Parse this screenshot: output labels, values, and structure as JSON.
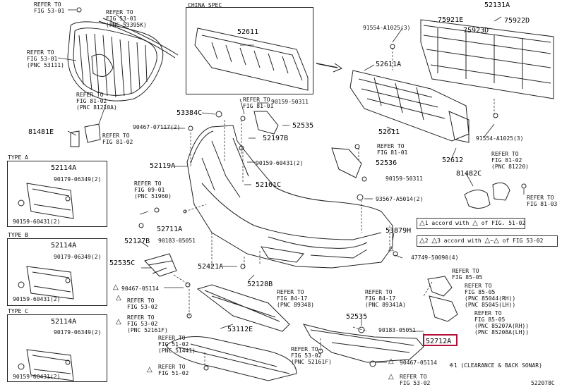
{
  "china_spec_title": "CHINA SPEC",
  "type_a": "TYPE A",
  "type_b": "TYPE B",
  "type_c": "TYPE C",
  "diagram_id": "522078C",
  "refs": {
    "r1": "REFER TO\nFIG 53-01",
    "r2": "REFER TO\nFIG 53-01\n(PNC 53395K)",
    "r3": "REFER TO\nFIG 53-01\n(PNC 53111)",
    "r4": "REFER TO\nFIG 81-02\n(PNC 81210A)",
    "r5": "REFER TO\nFIG 81-02",
    "r6": "REFER TO\nFIG 81-01",
    "r7": "REFER TO\nFIG 09-01\n(PNC 51960)",
    "r8": "REFER TO\nFIG 81-01",
    "r9": "REFER TO\nFIG 81-02\n(PNC 81220)",
    "r10": "REFER TO\nFIG 81-03",
    "r11": "REFER TO\nFIG 85-05",
    "r12": "REFER TO\nFIG 85-05\n(PNC 85044(RH))\n(PNC 85045(LH))",
    "r13": "REFER TO\nFIG 85-05\n(PNC 85207A(RH))\n(PNC 85208A(LH))",
    "r14": "REFER TO\nFIG 84-17\n(PNC 89348)",
    "r15": "REFER TO\nFIG 84-17\n(PNC 89341A)",
    "r16": "REFER TO\nFIG 53-02",
    "r17": "REFER TO\nFIG 53-02\n(PNC 52161F)",
    "r18": "REFER TO\nFIG 51-02\n(PNC 51441)",
    "r19": "REFER TO\nFIG 51-02",
    "r20": "REFER TO\nFIG 53-02\n(PNC 52161F)",
    "r21": "REFER TO\nFIG 53-02"
  },
  "parts": {
    "p52131A": "52131A",
    "p75921E": "75921E",
    "p75923D": "75923D",
    "p75922D": "75922D",
    "p91554a": "91554-A1025(3)",
    "p91554b": "91554-A1025(3)",
    "p52611a": "52611",
    "p52611A": "52611A",
    "p52611b": "52611",
    "p52612": "52612",
    "p90159_50311a": "90159-50311",
    "p90159_50311b": "90159-50311",
    "p52535": "52535",
    "p52197B": "52197B",
    "p90159_60431a": "90159-60431(2)",
    "p52536": "52536",
    "p81482C": "81482C",
    "p53384C": "53384C",
    "p90467_07117": "90467-07117(2)",
    "p81481E": "81481E",
    "p52119A": "52119A",
    "p52161C": "52161C",
    "p93567": "93567-A5014(2)",
    "p53879H": "53879H",
    "p47749": "47749-50090(4)",
    "p52127B": "52127B",
    "p52711A": "52711A",
    "p90183a": "90183-05051",
    "p52421A": "52421A",
    "p52128B": "52128B",
    "p52535C": "52535C",
    "p90467_05114a": "90467-05114",
    "p53112E": "53112E",
    "p52535b": "52535",
    "p90183b": "90183-05051",
    "p52712A": "52712A",
    "p90467_05114b": "90467-05114",
    "pA52114": "52114A",
    "pA90179": "90179-06349(2)",
    "pA90159": "90159-60431(2)",
    "pB52114": "52114A",
    "pB90179": "90179-06349(2)",
    "pB90159": "90159-60431(2)",
    "pC52114": "52114A",
    "pC90179": "90179-06349(2)",
    "pC90159": "90159-60431(2)"
  },
  "notes": {
    "n1_a": "accord with",
    "n1_b": "of FIG. 51-02",
    "n2_a": "accord with",
    "n2_b": "of FIG 53-02",
    "mark1": "1",
    "mark2": "2",
    "mark3": "3",
    "clearance": "※1 (CLEARANCE & BACK SONAR)"
  },
  "colors": {
    "highlight": "#b0103a",
    "line": "#222222"
  }
}
